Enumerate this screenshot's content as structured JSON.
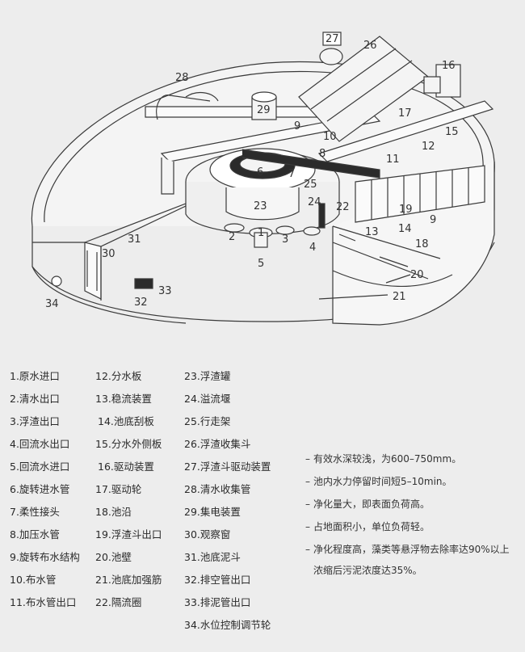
{
  "callouts": [
    "1",
    "2",
    "3",
    "4",
    "5",
    "6",
    "7",
    "8",
    "9",
    "10",
    "11",
    "12",
    "13",
    "14",
    "15",
    "16",
    "17",
    "18",
    "19",
    "20",
    "21",
    "22",
    "23",
    "24",
    "25",
    "26",
    "27",
    "28",
    "29",
    "30",
    "31",
    "32",
    "33",
    "34",
    "9",
    "9"
  ],
  "legend_col1": [
    "1.原水进口",
    "2.清水出口",
    "3.浮渣出口",
    "4.回流水出口",
    "5.回流水进口",
    "6.旋转进水管",
    "7.柔性接头",
    "8.加压水管",
    "9.旋转布水结构",
    "10.布水管",
    "11.布水管出口"
  ],
  "legend_col2": [
    "12.分水板",
    "13.稳流装置",
    "14.池底刮板",
    "15.分水外侧板",
    "16.驱动装置",
    "17.驱动轮",
    "18.池沿",
    "19.浮渣斗出口",
    "20.池壁",
    "21.池底加强筋",
    "22.隔流圈"
  ],
  "legend_col3": [
    "23.浮渣罐",
    "24.溢流堰",
    "25.行走架",
    "26.浮渣收集斗",
    "27.浮渣斗驱动装置",
    "28.清水收集管",
    "29.集电装置",
    "30.观察窗",
    "31.池底泥斗",
    "32.排空管出口",
    "33.排泥管出口",
    "34.水位控制调节轮"
  ],
  "features": [
    "有效水深较浅，为600–750mm。",
    "池内水力停留时间短5–10min。",
    "净化量大，即表面负荷高。",
    "占地面积小，单位负荷轻。",
    "净化程度高，藻类等悬浮物去除率达90%以上"
  ],
  "feature_continuation": "浓缩后污泥浓度达35%。",
  "colors": {
    "background": "#ededed",
    "line": "#3a3a3a",
    "fill": "#f4f4f4",
    "dark": "#2b2b2b"
  }
}
